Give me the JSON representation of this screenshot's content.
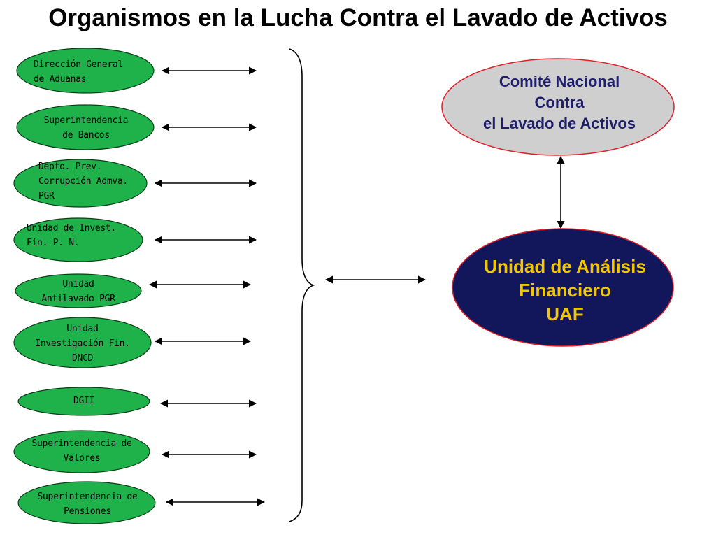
{
  "title": "Organismos en la Lucha Contra el Lavado de Activos",
  "colors": {
    "organism_fill": "#1fb24a",
    "organism_stroke": "#0b3d1b",
    "comite_fill": "#cfcfcf",
    "comite_stroke": "#e0202a",
    "uaf_fill": "#12165a",
    "uaf_stroke": "#e0202a",
    "uaf_text": "#f2c600",
    "comite_text": "#1f1f6b"
  },
  "organisms": [
    {
      "id": "aduanas",
      "lines": [
        "Dirección General",
        "de Aduanas"
      ]
    },
    {
      "id": "bancos",
      "lines": [
        "Superintendencia",
        "de Bancos"
      ]
    },
    {
      "id": "corrupcion",
      "lines": [
        "Depto. Prev.",
        "Corrupción Admva.",
        "PGR"
      ]
    },
    {
      "id": "invest-pn",
      "lines": [
        "Unidad de Invest.",
        "Fin. P. N."
      ]
    },
    {
      "id": "antilavado",
      "lines": [
        "Unidad",
        "Antilavado PGR"
      ]
    },
    {
      "id": "dncd",
      "lines": [
        "Unidad",
        "Investigación Fin.",
        "DNCD"
      ]
    },
    {
      "id": "dgii",
      "lines": [
        "DGII"
      ]
    },
    {
      "id": "valores",
      "lines": [
        "Superintendencia de",
        "Valores"
      ]
    },
    {
      "id": "pensiones",
      "lines": [
        "Superintendencia de",
        "Pensiones"
      ]
    }
  ],
  "comite": {
    "lines": [
      "Comité Nacional",
      "Contra",
      "el Lavado de Activos"
    ]
  },
  "uaf": {
    "lines": [
      "Unidad de Análisis",
      "Financiero",
      "UAF"
    ]
  }
}
